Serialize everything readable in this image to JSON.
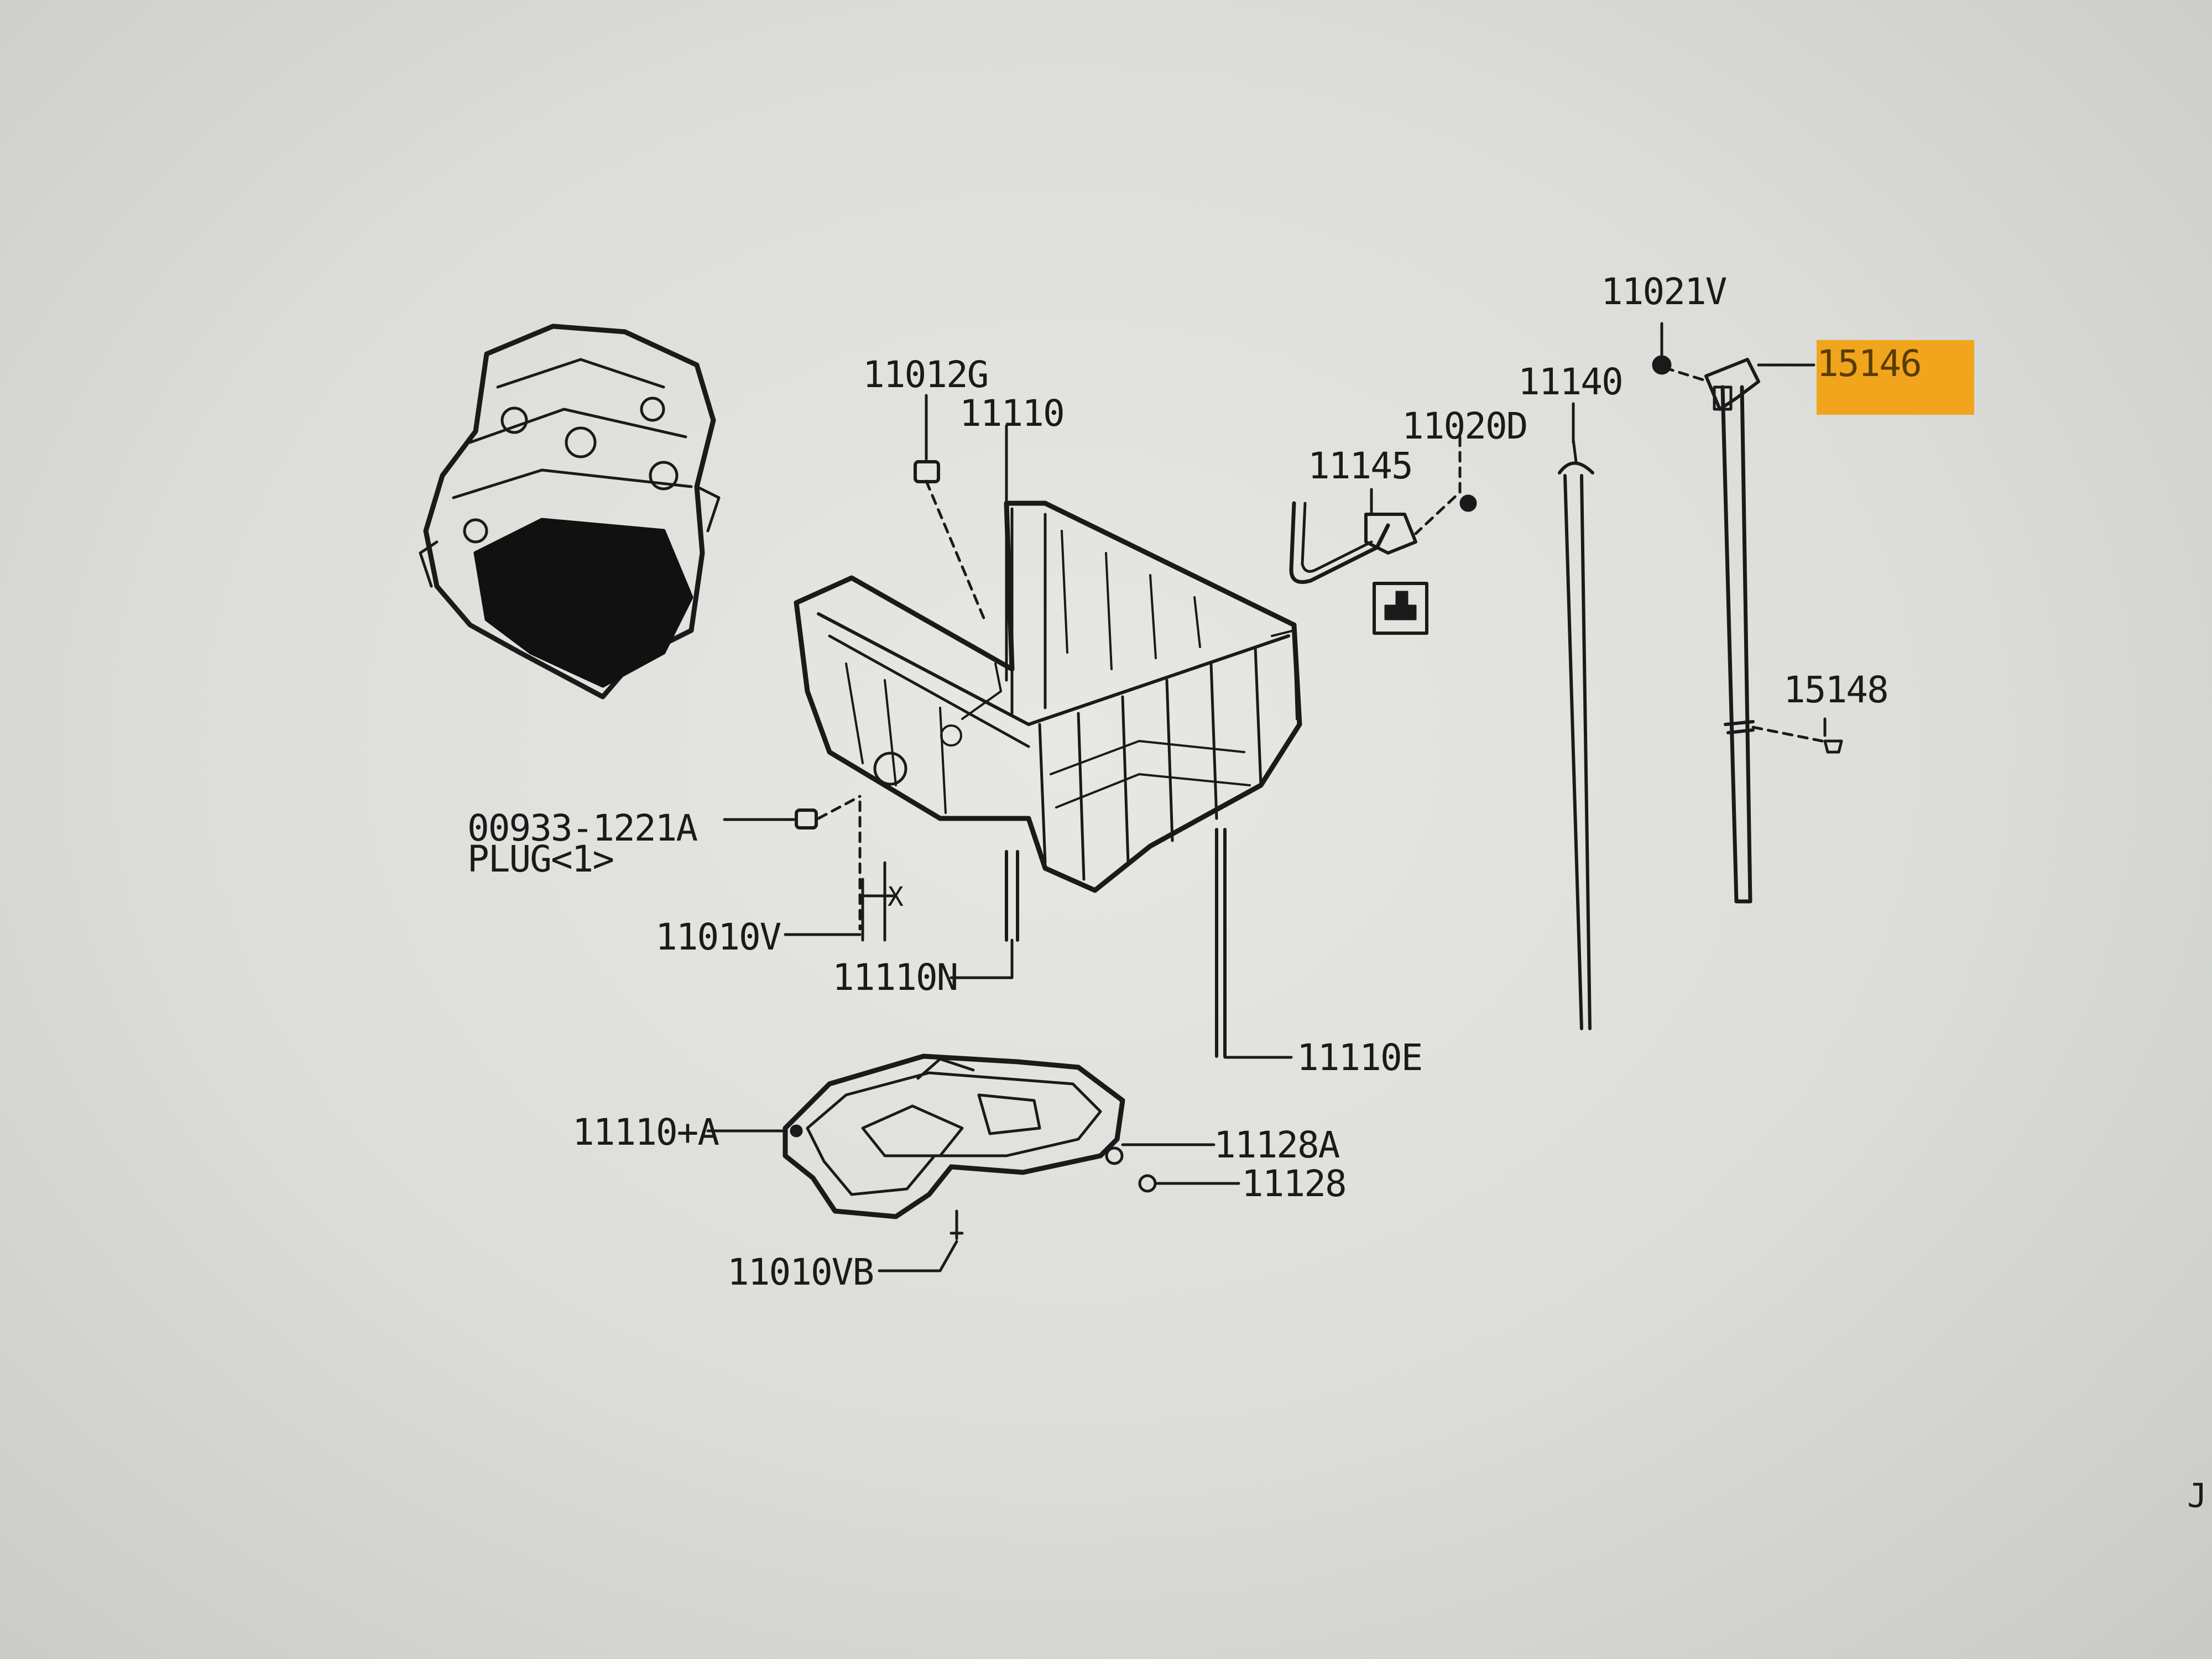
{
  "callouts": {
    "c11012G": "11012G",
    "c11110": "11110",
    "c11145": "11145",
    "c11020D": "11020D",
    "c11140": "11140",
    "c11021V": "11021V",
    "c15146": "15146",
    "c15148": "15148",
    "c00933": "00933-1221A",
    "plug": "PLUG<1>",
    "c11010V": "11010V",
    "c11110N": "11110N",
    "c11110E": "11110E",
    "c11110A": "11110+A",
    "c11128A": "11128A",
    "c11128": "11128",
    "c11010VB": "11010VB",
    "marker_x": "X"
  },
  "edge_mark": "J",
  "colors": {
    "background": "#dcddd9",
    "ink": "#1a1a1a",
    "highlight": "#f0a51c"
  }
}
